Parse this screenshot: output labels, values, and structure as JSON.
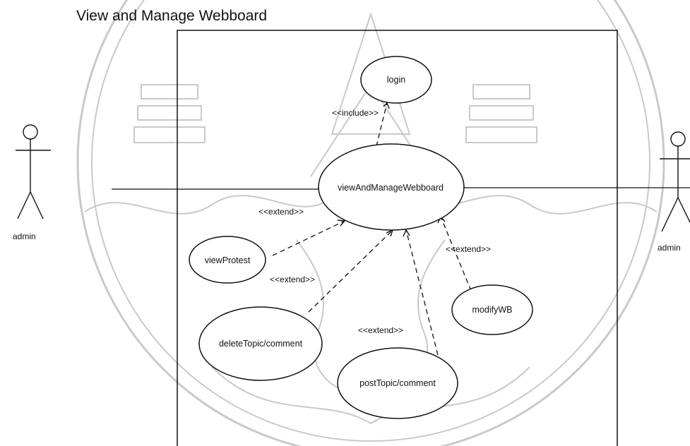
{
  "diagram": {
    "title": "View and Manage Webboard",
    "colors": {
      "ink": "#111111",
      "watermark": "#c9c9c9",
      "background": "#ffffff"
    },
    "actors": {
      "left": "admin",
      "right": "admin"
    },
    "use_cases": {
      "login": "login",
      "view_and_manage": "viewAndManageWebboard",
      "view_protest": "viewProtest",
      "delete_topic": "deleteTopic/comment",
      "post_topic": "postTopic/comment",
      "modify_wb": "modifyWB"
    },
    "relations": {
      "include_login": "<<include>>",
      "extend_view_protest": "<<extend>>",
      "extend_delete_topic": "<<extend>>",
      "extend_post_topic": "<<extend>>",
      "extend_modify_wb": "<<extend>>"
    }
  }
}
